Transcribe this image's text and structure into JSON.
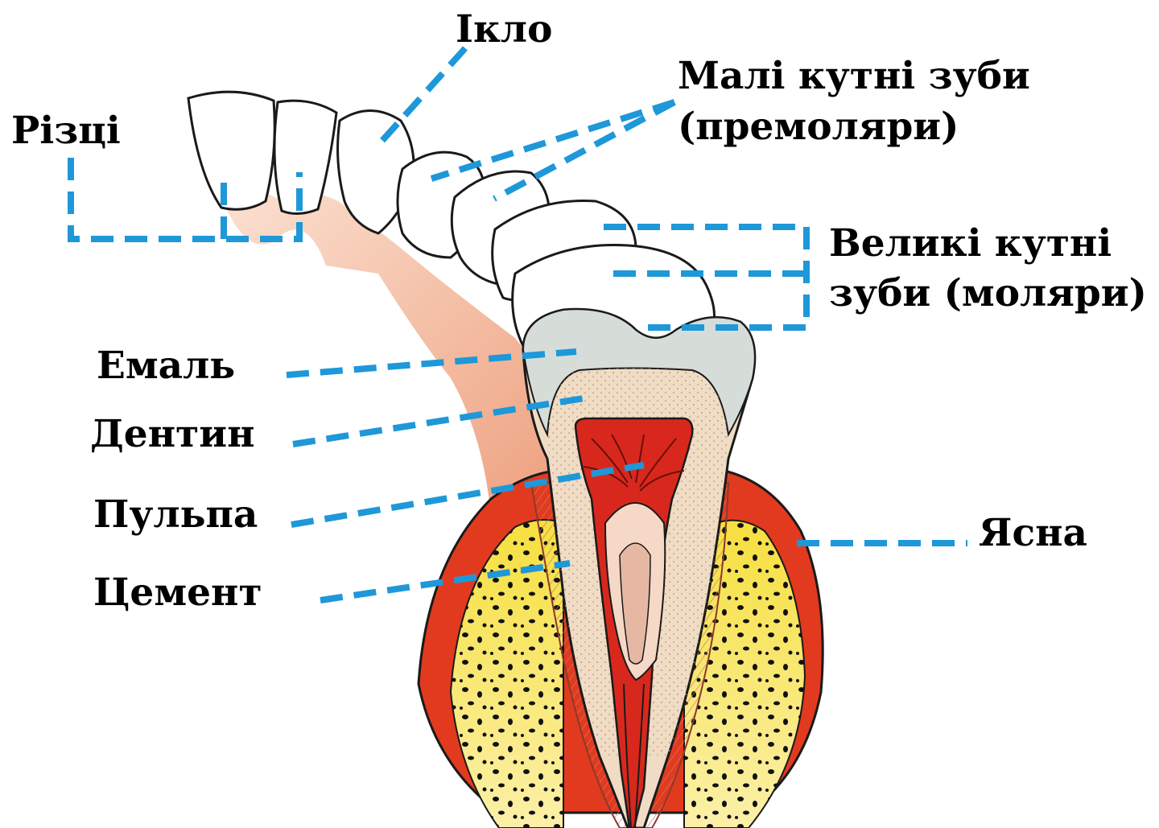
{
  "labels": {
    "canine": "Ікло",
    "incisors": "Різці",
    "premolars_line1": "Малі кутні зуби",
    "premolars_line2": "(премоляри)",
    "molars_line1": "Великі кутні",
    "molars_line2": "зуби (моляри)",
    "enamel": "Емаль",
    "dentin": "Дентин",
    "pulp": "Пульпа",
    "cementum": "Цемент",
    "gum": "Ясна"
  },
  "colors": {
    "leader": "#1e98d8",
    "gum": "#e23a1e",
    "gum_light": "#f1a98c",
    "bone": "#f2d531",
    "dentin": "#f0dcc4",
    "enamel": "#d6ddd9",
    "pulp": "#d8281d",
    "tooth_crown": "#ffffff",
    "outline": "#1a1a1a"
  }
}
